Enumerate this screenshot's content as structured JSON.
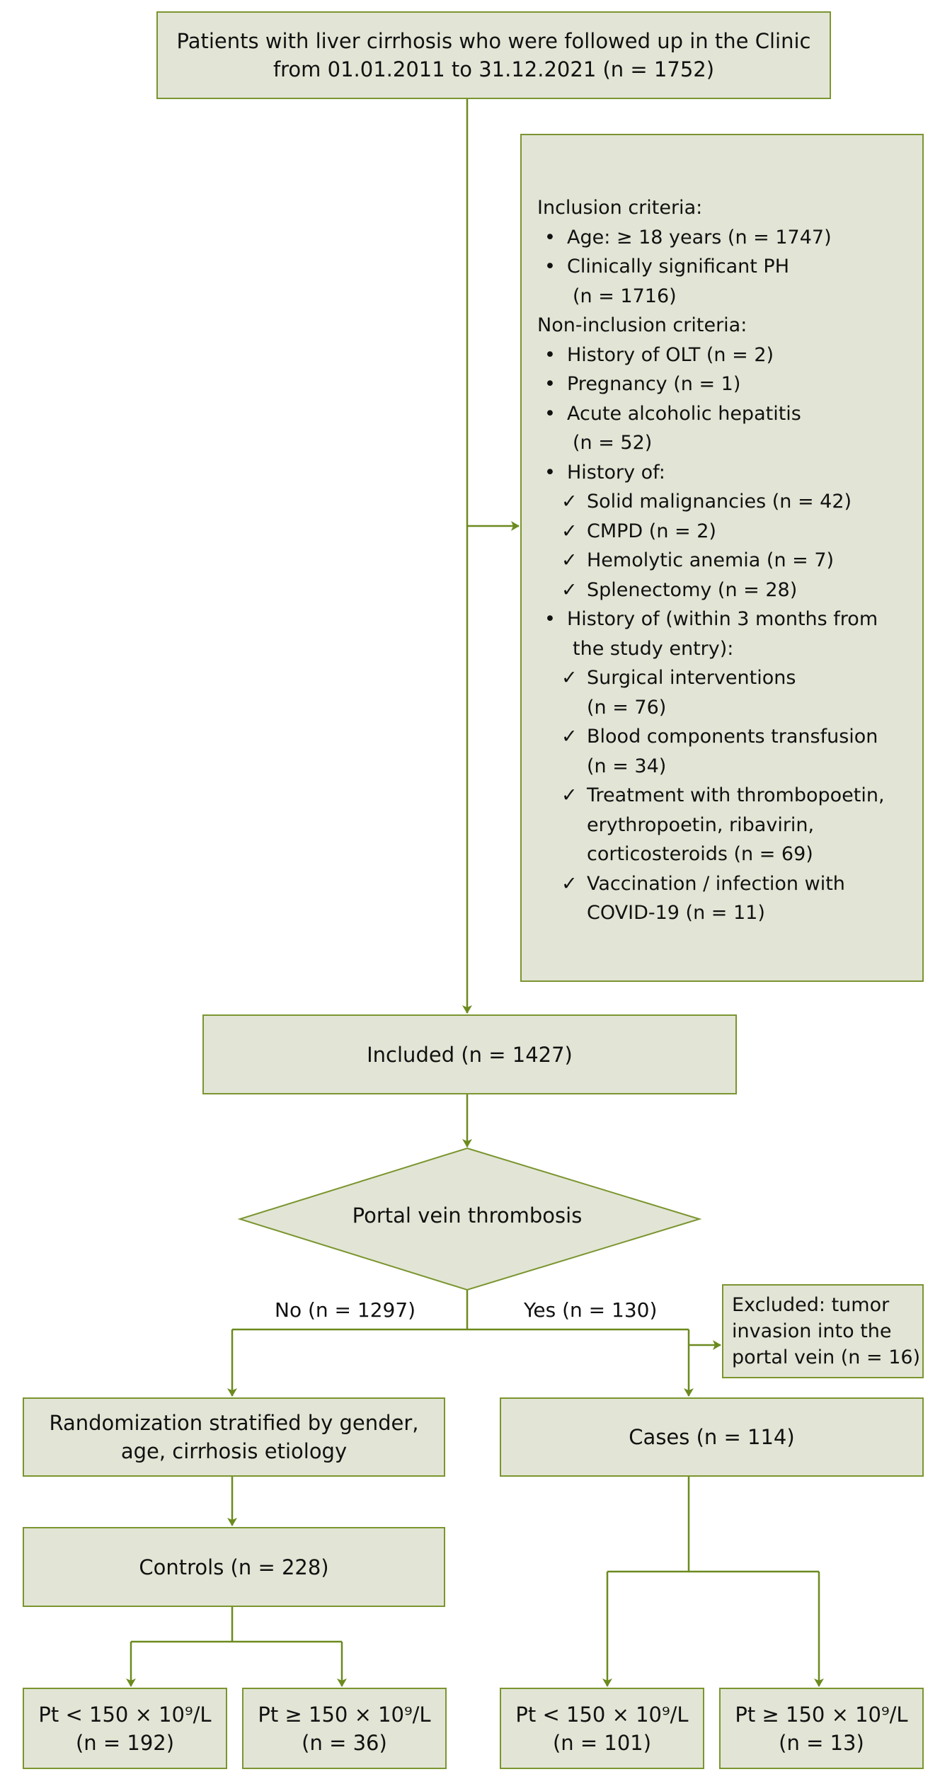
{
  "colors": {
    "box_fill": "#e2e5d5",
    "box_border": "#7b9530",
    "line": "#6b8a1e"
  },
  "top_box": {
    "line1": "Patients with liver cirrhosis who were followed up in the Clinic",
    "line2": "from 01.01.2011 to 31.12.2021 (n = 1752)"
  },
  "criteria": {
    "inclusion_heading": "Inclusion criteria:",
    "inclusion_items": [
      {
        "text": "Age: ≥ 18 years (n = 1747)"
      },
      {
        "text": "Clinically significant PH",
        "cont": "(n = 1716)"
      }
    ],
    "non_inclusion_heading": "Non-inclusion criteria:",
    "non_inclusion_items": [
      {
        "text": "History of OLT (n = 2)"
      },
      {
        "text": "Pregnancy (n = 1)"
      },
      {
        "text": "Acute alcoholic hepatitis",
        "cont": "(n = 52)"
      },
      {
        "text": "History of:"
      }
    ],
    "history_items": [
      "Solid malignancies (n = 42)",
      "CMPD (n = 2)",
      "Hemolytic anemia (n = 7)",
      "Splenectomy (n = 28)"
    ],
    "recent_heading": {
      "text": "History of (within 3 months from",
      "cont": "the study entry):"
    },
    "recent_items": [
      {
        "lines": [
          "Surgical interventions",
          "(n = 76)"
        ]
      },
      {
        "lines": [
          "Blood components transfusion",
          "(n = 34)"
        ]
      },
      {
        "lines": [
          "Treatment with thrombopoetin,",
          "erythropoetin, ribavirin,",
          "corticosteroids (n = 69)"
        ]
      },
      {
        "lines": [
          "Vaccination / infection with",
          "COVID-19 (n = 11)"
        ]
      }
    ],
    "check_glyph": "✓"
  },
  "included_box": {
    "label": "Included (n = 1427)"
  },
  "decision": {
    "label": "Portal vein thrombosis",
    "no_label": "No (n = 1297)",
    "yes_label": "Yes (n = 130)"
  },
  "excluded_box": {
    "lines": [
      "Excluded: tumor",
      "invasion into the",
      "portal vein (n = 16)"
    ]
  },
  "randomization_box": {
    "lines": [
      "Randomization stratified by gender,",
      "age, cirrhosis etiology"
    ]
  },
  "cases_box": {
    "label": "Cases (n = 114)"
  },
  "controls_box": {
    "label": "Controls (n = 228)"
  },
  "outcome_boxes": [
    {
      "line1": "Pt < 150 × 10⁹/L",
      "line2": "(n = 192)"
    },
    {
      "line1": "Pt ≥ 150 × 10⁹/L",
      "line2": "(n = 36)"
    },
    {
      "line1": "Pt < 150 × 10⁹/L",
      "line2": "(n = 101)"
    },
    {
      "line1": "Pt ≥ 150 × 10⁹/L",
      "line2": "(n = 13)"
    }
  ]
}
